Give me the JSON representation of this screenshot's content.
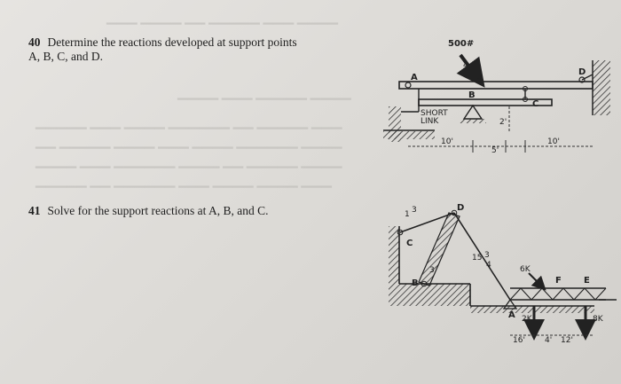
{
  "problems": [
    {
      "number": "40",
      "line1": "Determine the reactions developed at support points",
      "line2": "A, B, C, and D."
    },
    {
      "number": "41",
      "line1": "Solve for the support reactions at A, B, and C."
    }
  ],
  "figure40": {
    "load_top": "500#",
    "slope_4": "4",
    "slope_3": "3",
    "label_A": "A",
    "label_B": "B",
    "label_C": "C",
    "label_D": "D",
    "link_label_1": "SHORT",
    "link_label_2": "LINK",
    "dim_left": "10'",
    "dim_mid": "5'",
    "dim_right": "10'",
    "dim_vertical": "2'"
  },
  "figure41": {
    "slope_1": "1",
    "slope_3": "3",
    "label_C": "C",
    "label_D": "D",
    "dim_15": "15",
    "label_B": "B",
    "label_3": "3",
    "frac_3": "3",
    "frac_4": "4",
    "load_6k": "6K",
    "label_F": "F",
    "label_E": "E",
    "label_A": "A",
    "load_2k": "2K",
    "load_8k": "8K",
    "dim_16": "16'",
    "dim_4": "4'",
    "dim_12": "12'"
  }
}
